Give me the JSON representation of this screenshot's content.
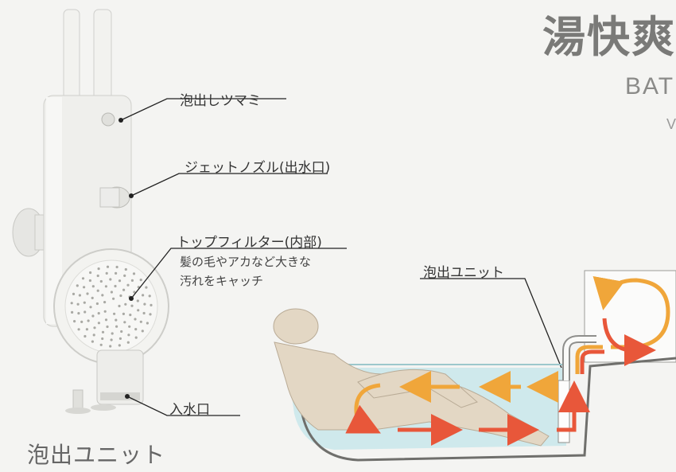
{
  "header": {
    "title": "湯快爽",
    "subtitle": "BAT",
    "subtitle_fragment": "V"
  },
  "callouts": {
    "bubble_knob": "泡出しツマミ",
    "jet_nozzle": "ジェットノズル(出水口)",
    "top_filter": "トップフィルター(内部)",
    "filter_note_line1": "髪の毛やアカなど大きな",
    "filter_note_line2": "汚れをキャッチ",
    "water_inlet": "入水口"
  },
  "diagram": {
    "unit_label": "泡出ユニット"
  },
  "caption": "泡出ユニット",
  "colors": {
    "water": "#cfe9ec",
    "flow_orange": "#f0a63a",
    "flow_red": "#e8573a",
    "body": "#e3d7c4",
    "unit_white": "#efefec"
  }
}
